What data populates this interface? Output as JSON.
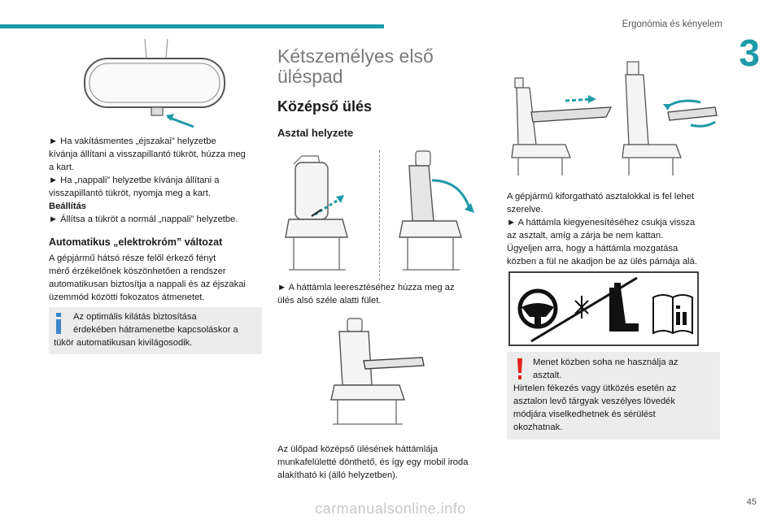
{
  "header": {
    "section_title": "Ergonómia és kényelem",
    "chapter_number": "3",
    "page_number": "45"
  },
  "watermark": "carmanualsonline.info",
  "col1": {
    "mirror_text": [
      "► Ha vakításmentes „éjszakai” helyzetbe",
      "kívánja állítani a visszapillantó tükröt, húzza meg",
      "a kart.",
      "► Ha „nappali” helyzetbe kívánja állítani a",
      "visszapillantó tükröt, nyomja meg a kart."
    ],
    "setting_label": "Beállítás",
    "setting_text": "► Állítsa a tükröt a normál „nappali” helyzetbe.",
    "auto_heading": "Automatikus „elektrokróm” változat",
    "auto_text": [
      "A gépjármű hátsó része felől érkező fényt",
      "mérő érzékelőnek köszönhetően a rendszer",
      "automatikusan biztosítja a nappali és az éjszakai",
      "üzemmód közötti fokozatos átmenetet."
    ],
    "info_text": [
      "Az optimális kilátás biztosítása",
      "érdekében hátramenetbe kapcsoláskor a",
      "tükör automatikusan kivilágosodik."
    ]
  },
  "col2": {
    "title_line1": "Kétszemélyes első",
    "title_line2": "üléspad",
    "heading": "Középső ülés",
    "subheading": "Asztal helyzete",
    "pull_text": [
      "► A háttámla leeresztéséhez húzza meg az",
      "ülés alsó széle alatti fület."
    ],
    "desk_text": [
      "Az ülőpad középső ülésének háttámlája",
      "munkafelületté dönthető, és így egy mobil iroda",
      "alakítható ki (álló helyzetben)."
    ]
  },
  "col3": {
    "table_text": [
      "A gépjármű kiforgatható asztalokkal is fel lehet",
      "szerelve.",
      "► A háttámla kiegyenesítéséhez csukja vissza",
      "az asztalt, amíg a zárja be nem kattan.",
      "Ügyeljen arra, hogy a háttámla mozgatása",
      "közben a fül ne akadjon be az ülés párnája alá."
    ],
    "warning_text": [
      "Menet közben soha ne használja az",
      "asztalt.",
      "Hirtelen fékezés vagy ütközés esetén az",
      "asztalon levő tárgyak veszélyes lövedék",
      "módjára viselkedhetnek és sérülést",
      "okozhatnak."
    ]
  },
  "colors": {
    "accent": "#1f9aa7",
    "info_blue": "#3a86c8",
    "warn_red": "#e2231a",
    "box_gray": "#ececec"
  },
  "icons": [
    "info-icon",
    "warning-icon",
    "steering-wheel-icon",
    "seat-icon",
    "manual-book-icon"
  ]
}
